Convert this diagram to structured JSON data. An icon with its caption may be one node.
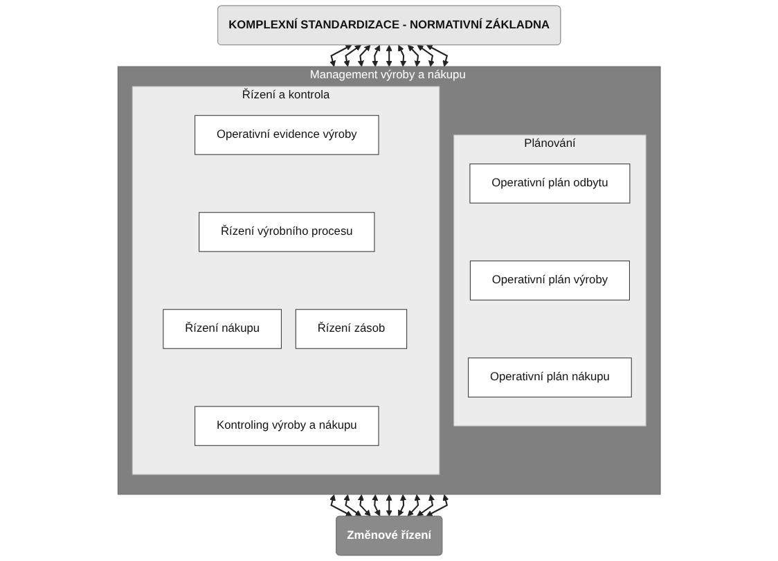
{
  "diagram": {
    "nodes": [
      {
        "text": [
          "KOMPLEXNÍ STANDARDIZACE - NORMATIVNÍ ZÁKLADNA"
        ]
      },
      {
        "text": [
          "Management výroby a nákupu"
        ]
      },
      {
        "text": [
          "Plánování"
        ],
        "in": 1
      },
      {
        "text": [
          "Operativní plán odbytu"
        ],
        "in": 2
      },
      {
        "text": [
          "Operativní plán výroby"
        ],
        "in": 2
      },
      {
        "text": [
          "Operativní plán nákupu"
        ],
        "in": 2
      },
      {
        "text": [
          "Řízení a kontrola"
        ],
        "in": 1
      },
      {
        "text": [
          "Operativní evidence výroby"
        ],
        "in": 6
      },
      {
        "text": [
          "Řízení výrobního procesu"
        ],
        "in": 6
      },
      {
        "text": [
          "Řízení nákupu"
        ],
        "in": 6
      },
      {
        "text": [
          "Řízení zásob"
        ],
        "in": 6
      },
      {
        "text": [
          "Kontroling výroby a nákupu"
        ],
        "in": 6
      },
      {
        "text": [
          "Změnové řízení"
        ]
      }
    ],
    "edges": [
      {
        "from": 0,
        "to": 1,
        "arrow": "both"
      },
      {
        "from": 0,
        "to": 1,
        "arrow": "both"
      },
      {
        "from": 0,
        "to": 1,
        "arrow": "both"
      },
      {
        "from": 0,
        "to": 1,
        "arrow": "both"
      },
      {
        "from": 0,
        "to": 1,
        "arrow": "both"
      },
      {
        "from": 0,
        "to": 1,
        "arrow": "both"
      },
      {
        "from": 0,
        "to": 1,
        "arrow": "both"
      },
      {
        "from": 0,
        "to": 1,
        "arrow": "both"
      },
      {
        "from": 0,
        "to": 1,
        "arrow": "both"
      },
      {
        "from": 1,
        "to": 12,
        "arrow": "both"
      },
      {
        "from": 1,
        "to": 12,
        "arrow": "both"
      },
      {
        "from": 1,
        "to": 12,
        "arrow": "both"
      },
      {
        "from": 1,
        "to": 12,
        "arrow": "both"
      },
      {
        "from": 1,
        "to": 12,
        "arrow": "both"
      },
      {
        "from": 1,
        "to": 12,
        "arrow": "both"
      },
      {
        "from": 1,
        "to": 12,
        "arrow": "both"
      },
      {
        "from": 1,
        "to": 12,
        "arrow": "both"
      },
      {
        "from": 1,
        "to": 12,
        "arrow": "both"
      }
    ]
  }
}
